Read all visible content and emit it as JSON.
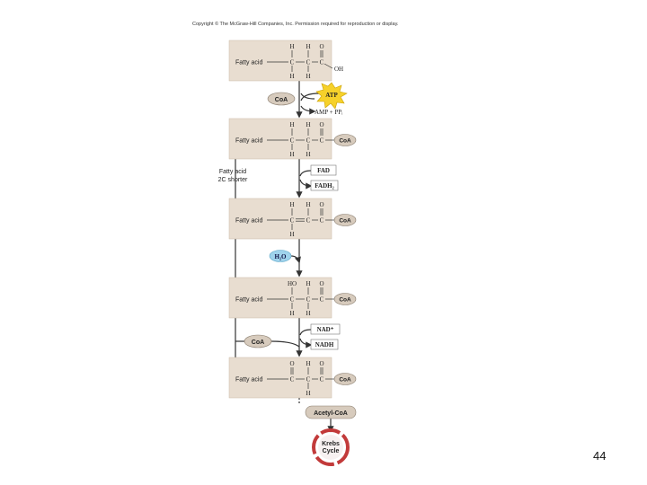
{
  "copyright": "Copyright © The McGraw-Hill Companies, Inc. Permission required for reproduction or display.",
  "slide_number": "44",
  "cofactors": {
    "coa": "CoA",
    "atp": "ATP",
    "amp_ppi": "AMP + PPᵢ",
    "fad": "FAD",
    "fadh2": "FADH₂",
    "h2o": "H₂O",
    "nad": "NAD⁺",
    "nadh": "NADH",
    "acetyl_coa": "Acetyl-CoA",
    "krebs_line1": "Krebs",
    "krebs_line2": "Cycle"
  },
  "loop_label": [
    "Fatty acid",
    "2C shorter"
  ],
  "molecules": [
    {
      "label": "Fatty acid",
      "top_row": [
        "H",
        "H",
        "O"
      ],
      "main_row": [
        "C",
        "C",
        "C"
      ],
      "bottom_row": [
        "H",
        "H",
        ""
      ],
      "right_group": "OH"
    },
    {
      "label": "Fatty acid",
      "top_row": [
        "H",
        "H",
        "O"
      ],
      "main_row": [
        "C",
        "C",
        "C"
      ],
      "bottom_row": [
        "H",
        "H",
        ""
      ],
      "right_group": "CoA"
    },
    {
      "label": "Fatty acid",
      "top_row": [
        "H",
        "H",
        "O"
      ],
      "main_row": [
        "C",
        "C",
        "C"
      ],
      "bottom_row": [
        "H",
        "",
        ""
      ],
      "right_group": "CoA"
    },
    {
      "label": "Fatty acid",
      "top_row": [
        "HO",
        "H",
        "O"
      ],
      "main_row": [
        "C",
        "C",
        "C"
      ],
      "bottom_row": [
        "H",
        "H",
        ""
      ],
      "right_group": "CoA"
    },
    {
      "label": "Fatty acid",
      "top_row": [
        "O",
        "H",
        "O"
      ],
      "main_row": [
        "C",
        "C",
        "C"
      ],
      "bottom_row": [
        "",
        "H",
        ""
      ],
      "right_group": "CoA"
    }
  ],
  "colors": {
    "box_fill": "#e8ddd0",
    "coa_pill": "#d7cbbd",
    "atp_burst": "#f6d12a",
    "h2o_pill": "#9fd3ec",
    "krebs_ring": "#c23a3a",
    "line": "#333333"
  }
}
